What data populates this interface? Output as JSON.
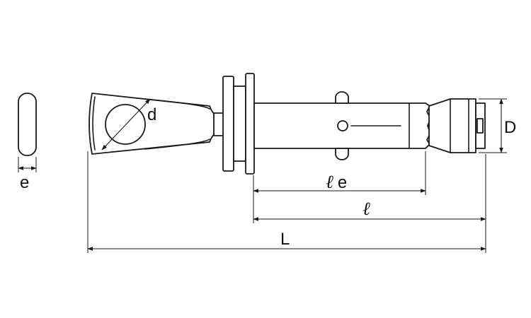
{
  "labels": {
    "thickness": "e",
    "hole_diameter": "d",
    "outer_diameter": "D",
    "effective_length_symbol": "ℓ",
    "effective_length_suffix": "e",
    "anchor_length": "ℓ",
    "total_length": "L"
  }
}
